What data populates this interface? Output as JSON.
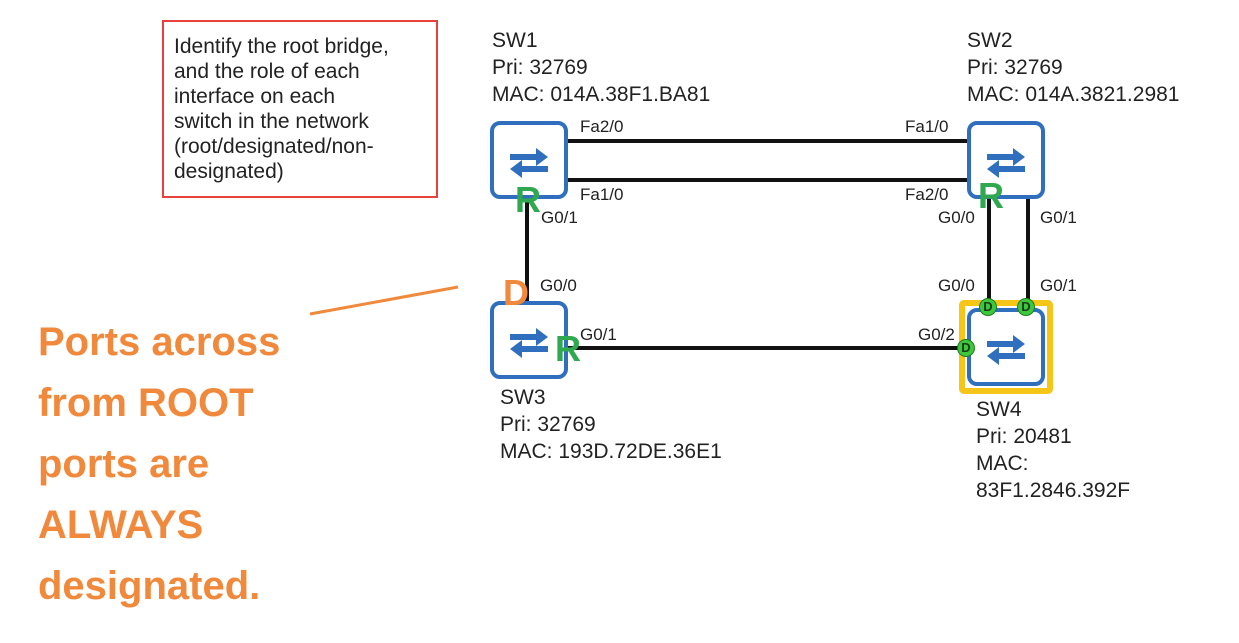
{
  "task": {
    "lines": [
      "Identify the root bridge,",
      "and the role of each",
      "interface on each",
      "switch in the network",
      "(root/designated/non-",
      "designated)"
    ]
  },
  "switches": {
    "sw1": {
      "name": "SW1",
      "pri": "Pri: 32769",
      "mac": "MAC: 014A.38F1.BA81"
    },
    "sw2": {
      "name": "SW2",
      "pri": "Pri: 32769",
      "mac": "MAC: 014A.3821.2981"
    },
    "sw3": {
      "name": "SW3",
      "pri": "Pri: 32769",
      "mac": "MAC: 193D.72DE.36E1"
    },
    "sw4": {
      "name": "SW4",
      "pri": "Pri: 20481",
      "mac_label": "MAC:",
      "mac_value": "83F1.2846.392F"
    }
  },
  "ports": {
    "sw1_fa20": "Fa2/0",
    "sw1_fa10": "Fa1/0",
    "sw1_g01": "G0/1",
    "sw2_fa10": "Fa1/0",
    "sw2_fa20": "Fa2/0",
    "sw2_g00": "G0/0",
    "sw2_g01": "G0/1",
    "sw3_g00": "G0/0",
    "sw3_g01": "G0/1",
    "sw4_g00": "G0/0",
    "sw4_g01": "G0/1",
    "sw4_g02": "G0/2"
  },
  "roles": {
    "root": "R",
    "designated": "D"
  },
  "callout": {
    "lines": [
      "Ports across",
      "from ROOT",
      "ports are",
      "ALWAYS",
      "designated."
    ]
  },
  "colors": {
    "switch_blue": "#2f6fbd",
    "root_highlight": "#f5c518",
    "root_green": "#2fa84f",
    "designated_orange": "#f0893b",
    "task_border": "#e8413c"
  }
}
